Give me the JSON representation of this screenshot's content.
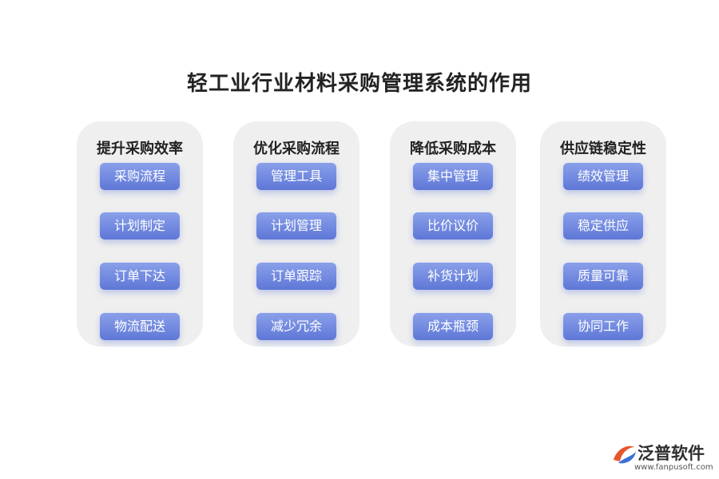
{
  "title": "轻工业行业材料采购管理系统的作用",
  "columns": [
    {
      "heading": "提升采购效率",
      "items": [
        "采购流程",
        "计划制定",
        "订单下达",
        "物流配送"
      ]
    },
    {
      "heading": "优化采购流程",
      "items": [
        "管理工具",
        "计划管理",
        "订单跟踪",
        "减少冗余"
      ]
    },
    {
      "heading": "降低采购成本",
      "items": [
        "集中管理",
        "比价议价",
        "补货计划",
        "成本瓶颈"
      ]
    },
    {
      "heading": "供应链稳定性",
      "items": [
        "绩效管理",
        "稳定供应",
        "质量可靠",
        "协同工作"
      ]
    }
  ],
  "logo": {
    "name": "泛普软件",
    "url": "www.fanpusoft.com",
    "colors": [
      "#e8542c",
      "#3a6fd8"
    ]
  }
}
